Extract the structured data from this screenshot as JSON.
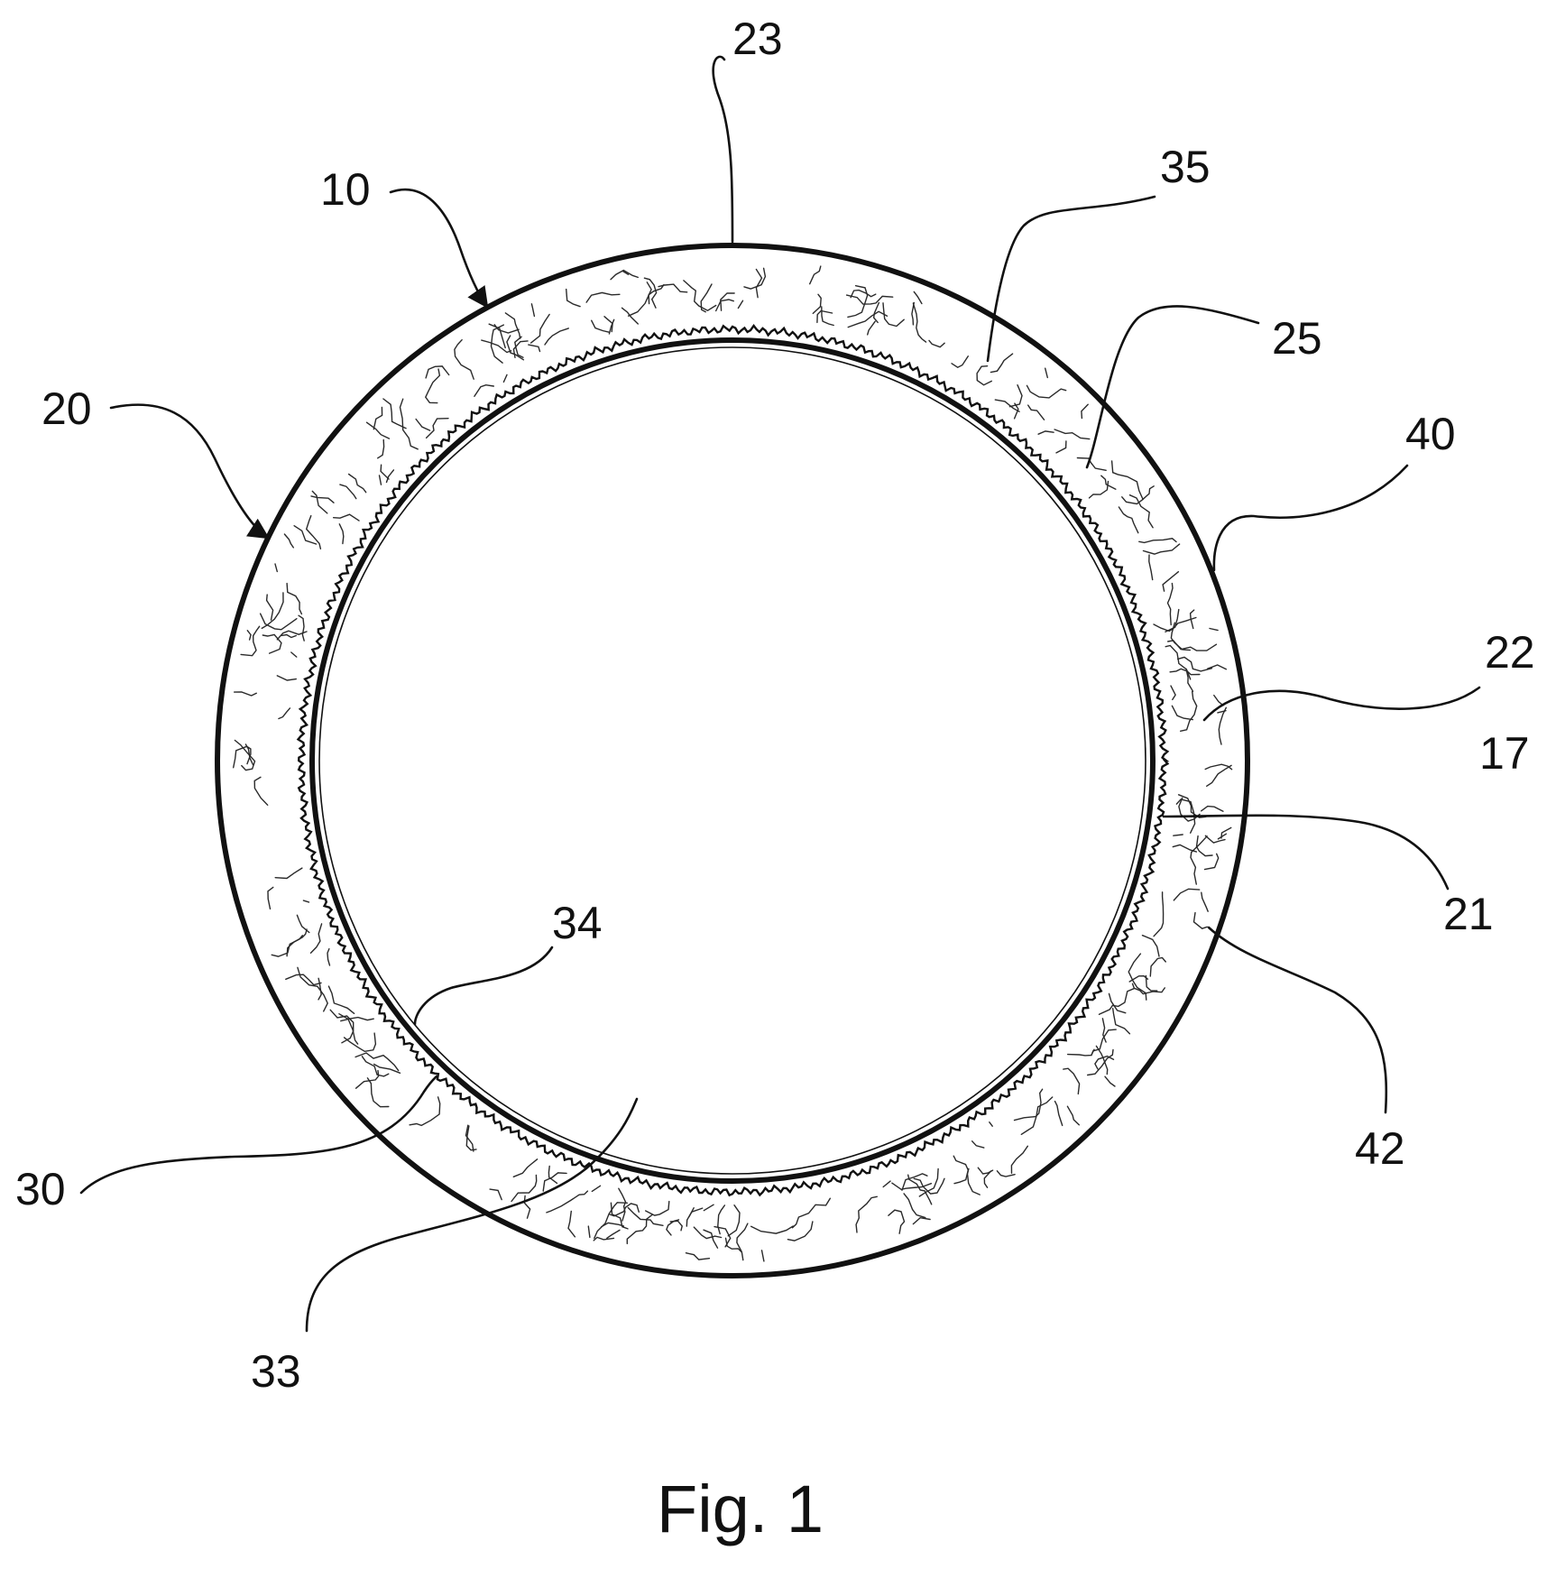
{
  "figure": {
    "caption": "Fig. 1",
    "reference_numerals": [
      "10",
      "20",
      "23",
      "35",
      "25",
      "40",
      "22",
      "17",
      "21",
      "42",
      "34",
      "30",
      "33"
    ]
  },
  "colors": {
    "ink": "#111111",
    "background": "#ffffff"
  }
}
